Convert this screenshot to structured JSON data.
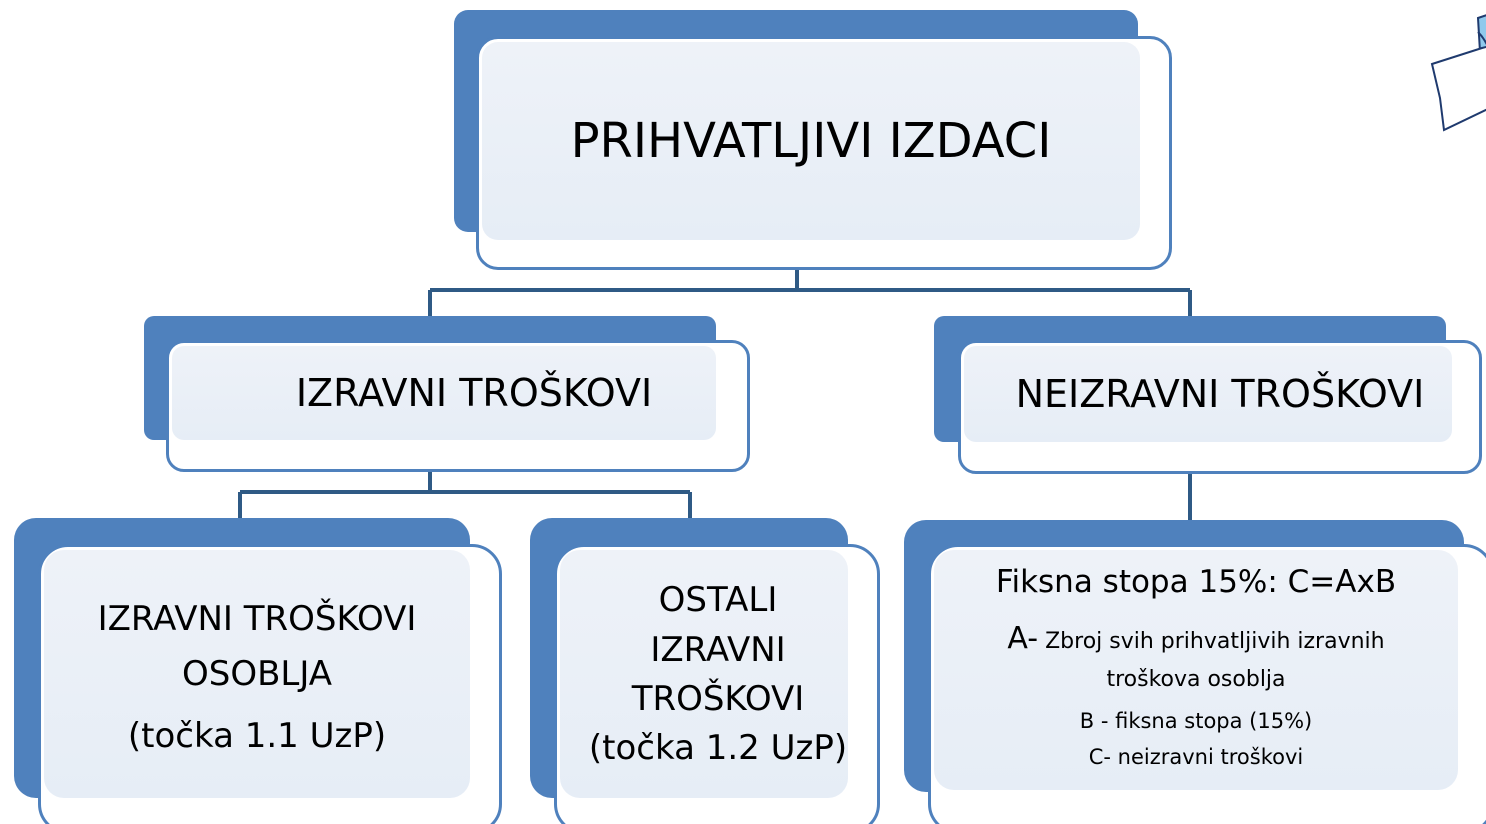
{
  "colors": {
    "accent": "#4f81bd",
    "fill": "#e9eff7",
    "connector": "#2f5a85"
  },
  "diagram": {
    "root": {
      "label": "PRIHVATLJIVI IZDACI"
    },
    "direct": {
      "label": "IZRAVNI TROŠKOVI"
    },
    "indirect": {
      "label": "NEIZRAVNI TROŠKOVI"
    },
    "staff": {
      "line1": "IZRAVNI TROŠKOVI",
      "line2": "OSOBLJA",
      "line3": "(točka 1.1 UzP)"
    },
    "other": {
      "line1": "OSTALI",
      "line2": "IZRAVNI",
      "line3": "TROŠKOVI",
      "line4": "(točka 1.2 UzP)"
    },
    "flat_rate": {
      "title": "Fiksna stopa 15%: C=AxB",
      "a_letter": "A-",
      "a_text_1": "Zbroj svih prihvatljivih izravnih",
      "a_text_2": "troškova osoblja",
      "b_text": "B -  fiksna stopa (15%)",
      "c_text": "C- neizravni troškovi"
    }
  },
  "decoration": {
    "icon": "paper-sheets-icon"
  }
}
